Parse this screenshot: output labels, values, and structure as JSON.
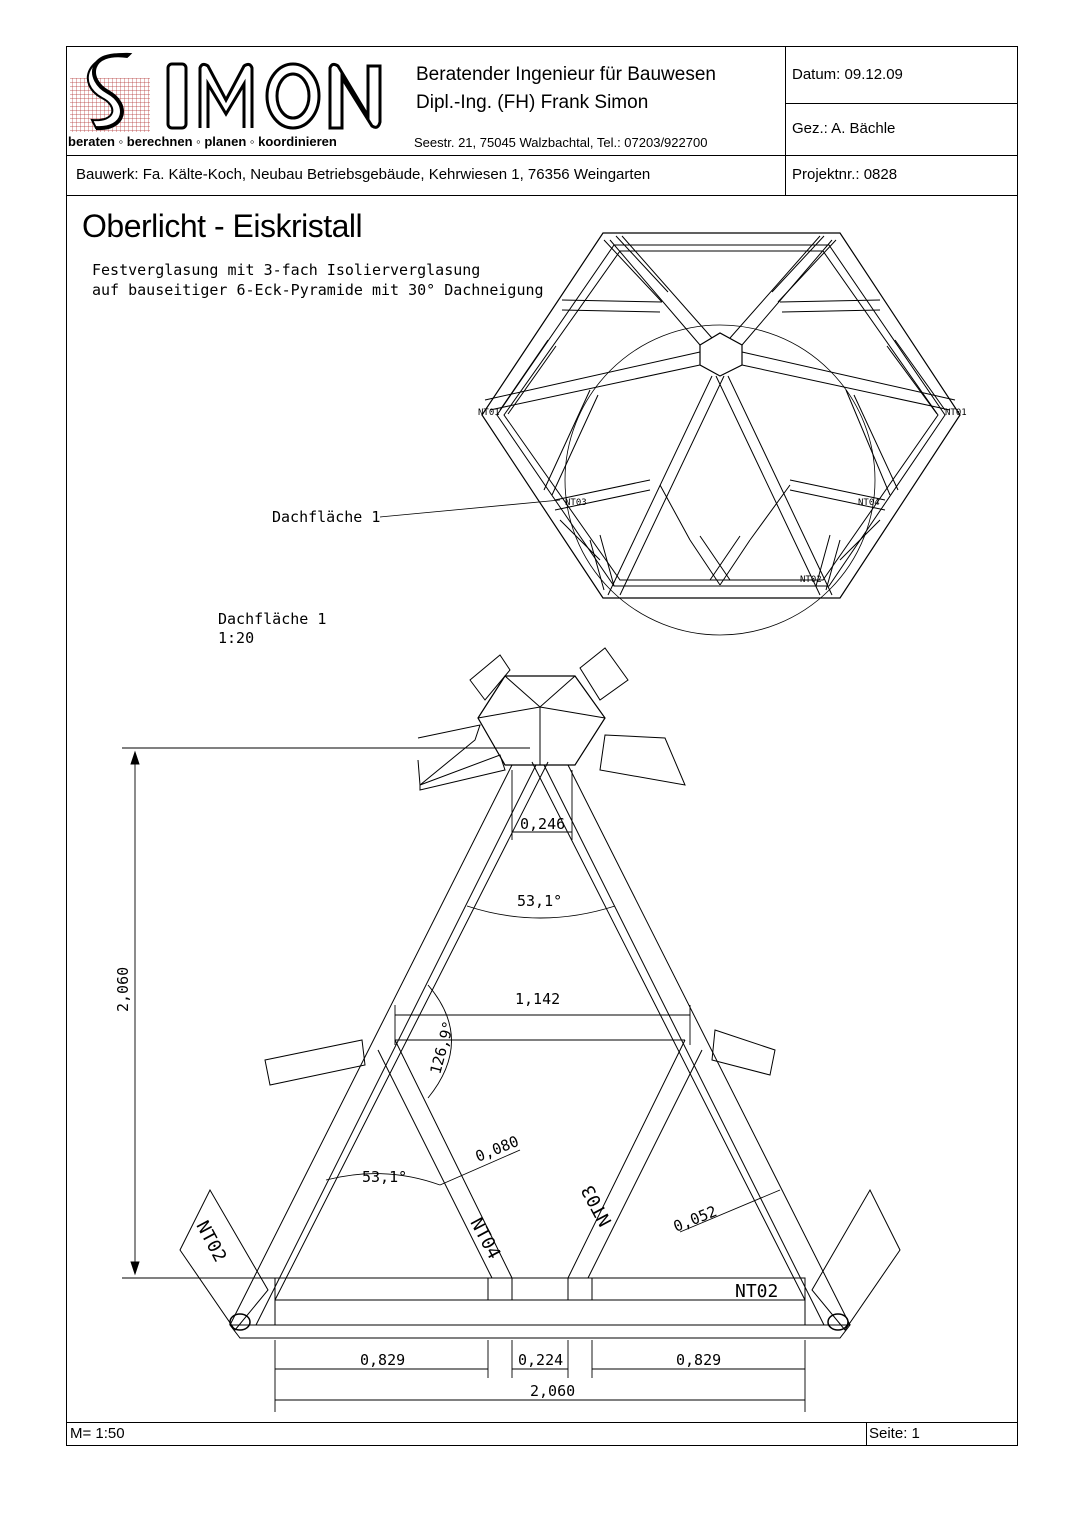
{
  "logo": {
    "name": "SIMON",
    "tagline": "beraten ◦ berechnen ◦ planen ◦ koordinieren"
  },
  "office": {
    "line1": "Beratender Ingenieur für Bauwesen",
    "line2": "Dipl.-Ing. (FH) Frank Simon",
    "address": "Seestr. 21, 75045 Walzbachtal, Tel.: 07203/922700"
  },
  "meta": {
    "datum": "Datum: 09.12.09",
    "gez": "Gez.: A. Bächle",
    "projekt": "Projektnr.: 0828"
  },
  "bauwerk": "Bauwerk: Fa. Kälte-Koch, Neubau Betriebsgebäude, Kehrwiesen 1, 76356 Weingarten",
  "drawing": {
    "title": "Oberlicht - Eiskristall",
    "note_line1": "Festverglasung mit 3-fach Isolierverglasung",
    "note_line2": "auf bauseitiger 6-Eck-Pyramide mit 30° Dachneigung",
    "callout": "Dachfläche 1",
    "detail_title": "Dachfläche 1",
    "detail_scale": "1:20",
    "profiles": [
      "NT01",
      "NT02",
      "NT03",
      "NT04"
    ],
    "dimensions": {
      "height": "2,060",
      "top_gap": "0,246",
      "angle_top": "53,1°",
      "mid_width": "1,142",
      "angle_side": "126,9°",
      "angle_bottom": "53,1°",
      "bar_width": "0,080",
      "profile_width": "0,052",
      "base_left": "0,829",
      "base_mid": "0,224",
      "base_right": "0,829",
      "base_total": "2,060"
    }
  },
  "footer": {
    "scale": "M=  1:50",
    "page": "Seite: 1"
  },
  "colors": {
    "logo_grid": "#b03030",
    "line": "#000000"
  }
}
